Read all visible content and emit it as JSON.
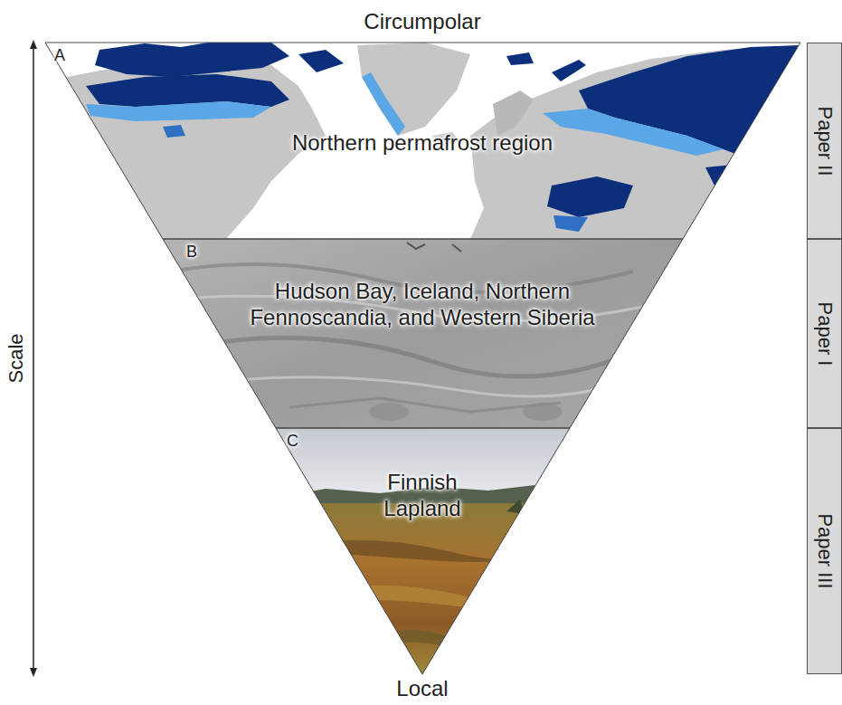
{
  "diagram": {
    "nodes": [
      {
        "text": [
          "A",
          "Northern permafrost region"
        ]
      },
      {
        "text": [
          "B",
          "Hudson Bay, Iceland, Northern Fennoscandia, and Western Siberia"
        ]
      },
      {
        "text": [
          "C",
          "Finnish Lapland"
        ]
      },
      {
        "text": [
          "Paper II"
        ]
      },
      {
        "text": [
          "Paper I"
        ]
      },
      {
        "text": [
          "Paper III"
        ]
      }
    ],
    "labels": [
      "Circumpolar",
      "Scale",
      "Local"
    ]
  }
}
